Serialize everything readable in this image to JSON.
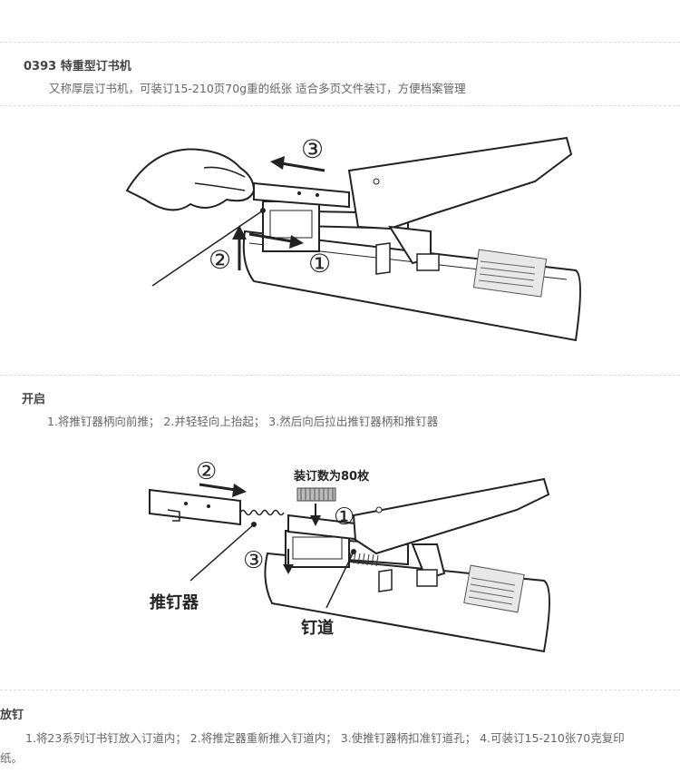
{
  "section1": {
    "model": "0393",
    "title": "特重型订书机",
    "desc": "又称厚层订书机，可装订15-210页70g重的纸张 适合多页文件装订，方便档案管理"
  },
  "figure1": {
    "step_labels": [
      "③",
      "②",
      "①"
    ]
  },
  "section2": {
    "title": "开启",
    "desc": "1.将推钉器柄向前推； 2.并轻轻向上抬起； 3.然后向后拉出推钉器柄和推钉器"
  },
  "figure2": {
    "capacity_label": "装订数为80枚",
    "step_labels": [
      "②",
      "①",
      "③"
    ],
    "pusher_label": "推钉器",
    "channel_label": "钉道"
  },
  "section3": {
    "title": "放钉",
    "desc_line1": "1.将23系列订书钉放入订道内； 2.将推定器重新推入钉道内； 3.使推钉器柄扣准钉道孔； 4.可装订15-210张70克复印",
    "desc_line2": "纸。"
  }
}
